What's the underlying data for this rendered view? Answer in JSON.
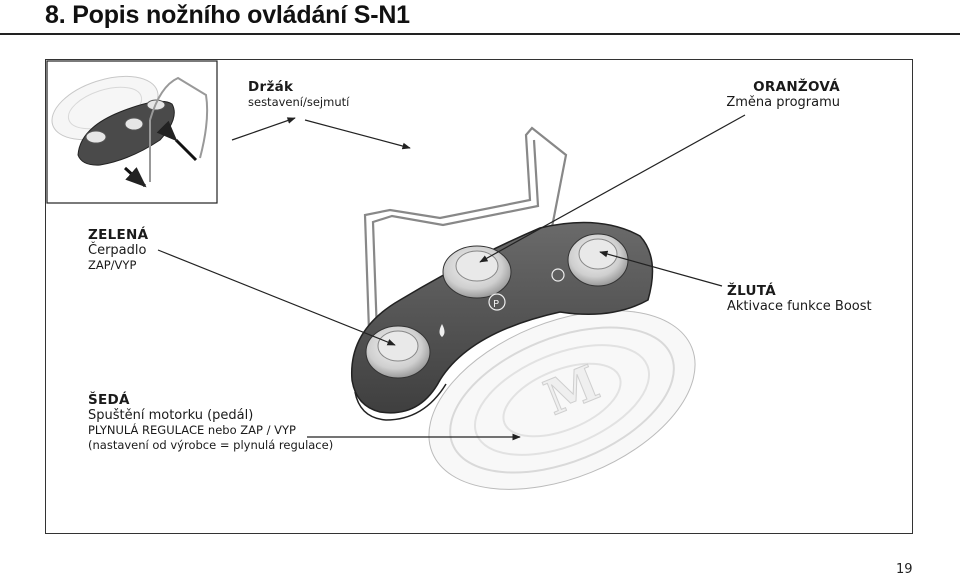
{
  "page": {
    "title": "8. Popis nožního ovládání S-N1",
    "page_number": "19"
  },
  "labels": {
    "holder": {
      "heading": "Držák",
      "text": "sestavení/sejmutí"
    },
    "orange": {
      "heading": "ORANŽOVÁ",
      "text": "Změna programu"
    },
    "green": {
      "heading": "ZELENÁ",
      "text": "Čerpadlo",
      "sub": "ZAP/VYP"
    },
    "yellow": {
      "heading": "ŽLUTÁ",
      "text": "Aktivace funkce Boost"
    },
    "gray": {
      "heading": "ŠEDÁ",
      "text": "Spuštění motorku (pedál)",
      "sub": "PLYNULÁ REGULACE nebo ZAP / VYP",
      "note": "(nastavení od výrobce = plynulá regulace)"
    }
  },
  "icons": [
    "pedal-logo-m-icon",
    "program-p-icon",
    "drop-icon",
    "boost-icon"
  ]
}
